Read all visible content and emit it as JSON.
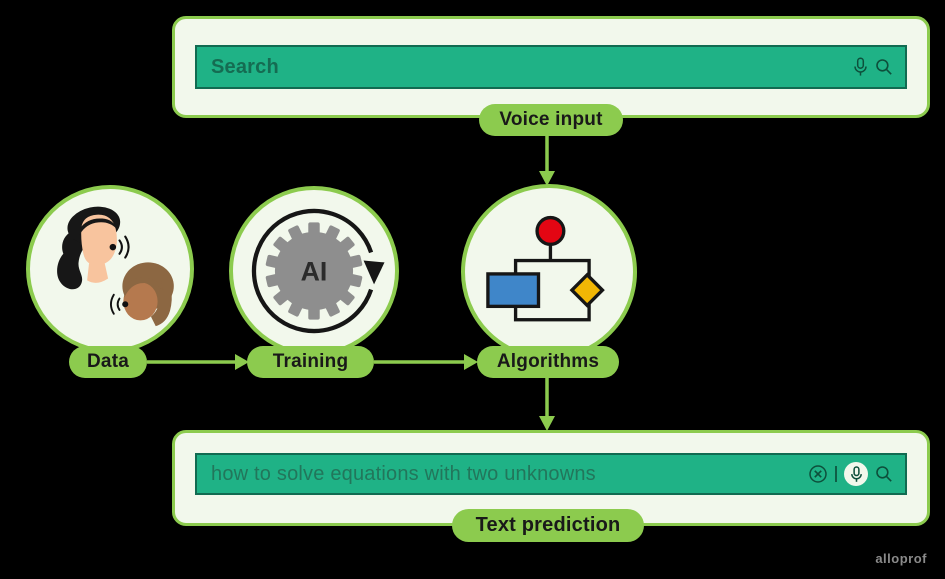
{
  "colors": {
    "green": "#8CCB4E",
    "panel_bg": "#F2F8EC",
    "teal": "#1FB286",
    "teal_border": "#116B51",
    "dark_icon": "#0D4F3B",
    "label_text": "#191919",
    "flow_red": "#E30613",
    "flow_blue": "#3F86C9",
    "flow_yellow": "#F2B705",
    "gear_gray": "#8E8E8E",
    "skin_light": "#F8C49E",
    "skin_dark": "#B5794E",
    "hair_black": "#171717",
    "hair_brown": "#8C6742"
  },
  "top_panel": {
    "search": {
      "placeholder": "Search"
    },
    "icons": [
      "microphone-icon",
      "magnifier-icon"
    ]
  },
  "flow": {
    "voice_input_label": "Voice input",
    "text_prediction_label": "Text prediction",
    "nodes": [
      {
        "id": "data",
        "label": "Data"
      },
      {
        "id": "training",
        "label": "Training",
        "gear_text": "AI"
      },
      {
        "id": "algorithms",
        "label": "Algorithms"
      }
    ]
  },
  "bottom_panel": {
    "search": {
      "value": "how to solve equations with two unknowns"
    },
    "icons": [
      "clear-icon",
      "microphone-icon",
      "magnifier-icon"
    ]
  },
  "watermark": "alloprof"
}
